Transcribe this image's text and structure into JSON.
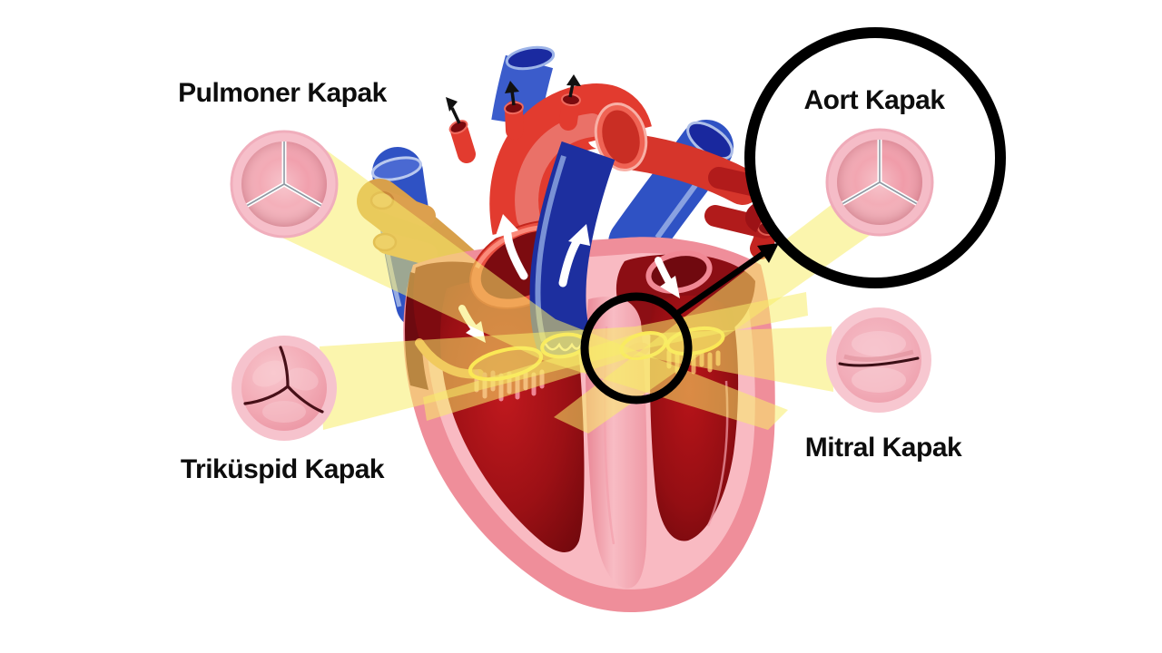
{
  "figure": {
    "kind": "heart-valve-anatomy-diagram",
    "language": "Turkish",
    "background_color": "#ffffff"
  },
  "labels": {
    "pulmonary": "Pulmoner Kapak",
    "aortic": "Aort Kapak",
    "tricuspid": "Triküspid Kapak",
    "mitral": "Mitral Kapak"
  },
  "valves": [
    {
      "id": "pulmonary",
      "label": "Pulmoner Kapak",
      "state": "open",
      "leaflets": 3,
      "position": "top-left"
    },
    {
      "id": "aortic",
      "label": "Aort Kapak",
      "state": "open",
      "leaflets": 3,
      "position": "top-right",
      "emphasis": "large magnifier circle with arrow from heart"
    },
    {
      "id": "tricuspid",
      "label": "Triküspid Kapak",
      "state": "closed",
      "leaflets": 3,
      "position": "bottom-left"
    },
    {
      "id": "mitral",
      "label": "Mitral Kapak",
      "state": "closed",
      "leaflets": 2,
      "position": "bottom-right"
    }
  ],
  "annotations": {
    "zoom_circle": "black circle around aortic valve region of heart connected by black arrow to enlarged aortic valve circle",
    "flow_arrows": "white arrows inside chambers and vessels; small black arrows above aortic arch branches",
    "beams": "translucent yellow beams link each valve site in the heart to its round valve illustration"
  },
  "colors": {
    "beam_yellow": "#f7ec6a",
    "annulus_yellow": "#ffe33c",
    "valve_ring_pink": "#f6c3cd",
    "valve_leaflet_pink": "#f2a5b1",
    "artery_red": "#e23b2f",
    "chamber_dark_red": "#8c0e14",
    "wall_pink": "#ef8e9a",
    "vein_blue": "#2f52c4",
    "pulmonary_trunk_navy": "#1d2f9f",
    "tan_vessel": "#d8a04b",
    "outline_black": "#000000",
    "label_text": "#0d0d0d"
  }
}
